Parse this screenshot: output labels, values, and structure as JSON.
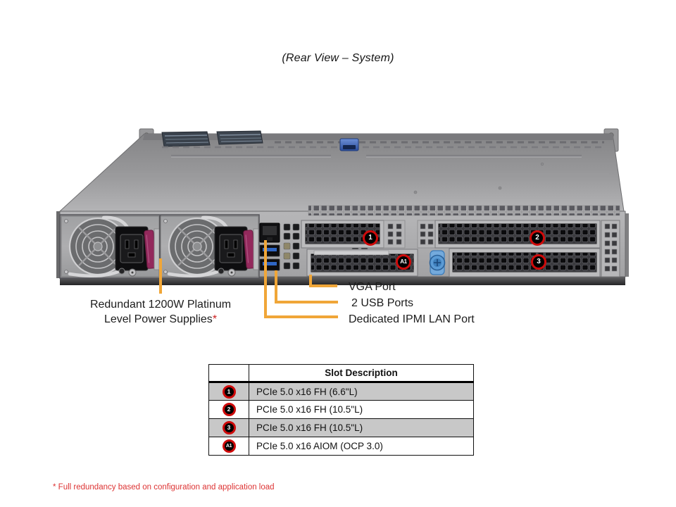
{
  "title": "(Rear View – System)",
  "colors": {
    "callout_line": "#F0A638",
    "badge_ring": "#CE0A0A",
    "footnote_red": "#DD3333",
    "table_row_gray": "#C8C8C8"
  },
  "labels": {
    "psu_line1": "Redundant 1200W Platinum",
    "psu_line2": "Level Power Supplies",
    "psu_asterisk": "*",
    "vga": "VGA Port",
    "usb": "2 USB Ports",
    "ipmi": "Dedicated IPMI LAN Port"
  },
  "badges": {
    "slot1": "1",
    "slot2": "2",
    "slot3": "3",
    "aiom": "A1"
  },
  "table": {
    "header": "Slot Description",
    "rows": [
      {
        "badge": "1",
        "description": "PCIe 5.0 x16 FH (6.6\"L)"
      },
      {
        "badge": "2",
        "description": "PCIe 5.0 x16 FH (10.5\"L)"
      },
      {
        "badge": "3",
        "description": "PCIe 5.0 x16 FH (10.5\"L)"
      },
      {
        "badge": "A1",
        "description": "PCIe 5.0 x16 AIOM (OCP 3.0)"
      }
    ]
  },
  "footnote": "* Full redundancy based on configuration and application load"
}
